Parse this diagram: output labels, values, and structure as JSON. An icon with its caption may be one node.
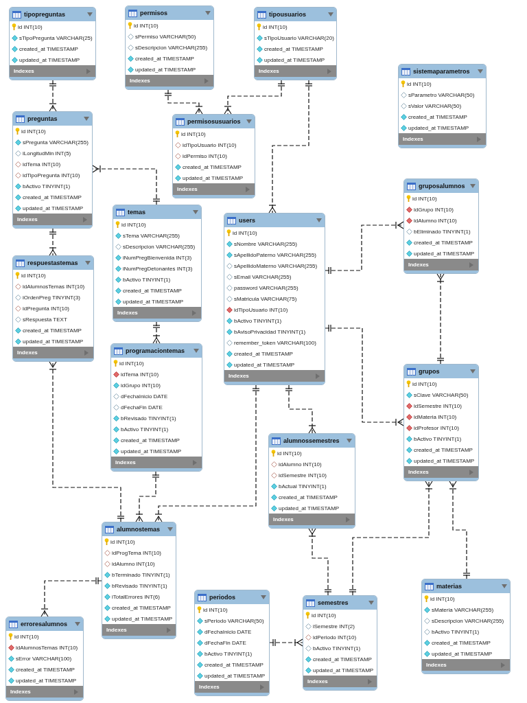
{
  "diagram": {
    "nodes": [
      {
        "text": [
          "tipopreguntas",
          "id INT(10)",
          "sTipoPregunta VARCHAR(25)",
          "created_at TIMESTAMP",
          "updated_at TIMESTAMP",
          "Indexes"
        ]
      },
      {
        "text": [
          "permisos",
          "id INT(10)",
          "sPermiso VARCHAR(50)",
          "sDescripcion VARCHAR(255)",
          "created_at TIMESTAMP",
          "updated_at TIMESTAMP",
          "Indexes"
        ]
      },
      {
        "text": [
          "tipousuarios",
          "id INT(10)",
          "sTipoUsuario VARCHAR(20)",
          "created_at TIMESTAMP",
          "updated_at TIMESTAMP",
          "Indexes"
        ]
      },
      {
        "text": [
          "sistemaparametros",
          "id INT(10)",
          "sParametro VARCHAR(50)",
          "sValor VARCHAR(50)",
          "created_at TIMESTAMP",
          "updated_at TIMESTAMP",
          "Indexes"
        ]
      },
      {
        "text": [
          "preguntas",
          "id INT(10)",
          "sPregunta VARCHAR(255)",
          "iLongitudMin INT(5)",
          "idTema INT(10)",
          "idTipoPregunta INT(10)",
          "bActivo TINYINT(1)",
          "created_at TIMESTAMP",
          "updated_at TIMESTAMP",
          "Indexes"
        ]
      },
      {
        "text": [
          "permisosusuarios",
          "id INT(10)",
          "idTipoUsuario INT(10)",
          "idPermiso INT(10)",
          "created_at TIMESTAMP",
          "updated_at TIMESTAMP",
          "Indexes"
        ]
      },
      {
        "text": [
          "gruposalumnos",
          "id INT(10)",
          "idGrupo INT(10)",
          "idAlumno INT(10)",
          "bEliminado TINYINT(1)",
          "created_at TIMESTAMP",
          "updated_at TIMESTAMP",
          "Indexes"
        ]
      },
      {
        "text": [
          "temas",
          "id INT(10)",
          "sTema VARCHAR(255)",
          "sDescripcion VARCHAR(255)",
          "iNumPregBienvenida INT(3)",
          "iNumPregDetonantes INT(3)",
          "bActivo TINYINT(1)",
          "created_at TIMESTAMP",
          "updated_at TIMESTAMP",
          "Indexes"
        ]
      },
      {
        "text": [
          "users",
          "id INT(10)",
          "sNombre VARCHAR(255)",
          "sApellidoPaterno VARCHAR(255)",
          "sApellidoMaterno VARCHAR(255)",
          "sEmail VARCHAR(255)",
          "password VARCHAR(255)",
          "sMatricula VARCHAR(75)",
          "idTipoUsuario INT(10)",
          "bActivo TINYINT(1)",
          "bAvisoPrivacidad TINYINT(1)",
          "remember_token VARCHAR(100)",
          "created_at TIMESTAMP",
          "updated_at TIMESTAMP",
          "Indexes"
        ]
      },
      {
        "text": [
          "respuestastemas",
          "id INT(10)",
          "idAlumnosTemas INT(10)",
          "iOrdenPreg TINYINT(3)",
          "idPregunta INT(10)",
          "sRespuesta TEXT",
          "created_at TIMESTAMP",
          "updated_at TIMESTAMP",
          "Indexes"
        ]
      },
      {
        "text": [
          "programaciontemas",
          "id INT(10)",
          "idTema INT(10)",
          "idGrupo INT(10)",
          "dFechaInicio DATE",
          "dFechaFin DATE",
          "bRevisado TINYINT(1)",
          "bActivo TINYINT(1)",
          "created_at TIMESTAMP",
          "updated_at TIMESTAMP",
          "Indexes"
        ]
      },
      {
        "text": [
          "grupos",
          "id INT(10)",
          "sClave VARCHAR(50)",
          "idSemestre INT(10)",
          "idMateria INT(10)",
          "idProfesor INT(10)",
          "bActivo TINYINT(1)",
          "created_at TIMESTAMP",
          "updated_at TIMESTAMP",
          "Indexes"
        ]
      },
      {
        "text": [
          "alumnossemestres",
          "id INT(10)",
          "idAlumno INT(10)",
          "idSemestre INT(10)",
          "bActual TINYINT(1)",
          "created_at TIMESTAMP",
          "updated_at TIMESTAMP",
          "Indexes"
        ]
      },
      {
        "text": [
          "alumnostemas",
          "id INT(10)",
          "idProgTema INT(10)",
          "idAlumno INT(10)",
          "bTerminado TINYINT(1)",
          "bRevisado TINYINT(1)",
          "iTotalErrores INT(6)",
          "created_at TIMESTAMP",
          "updated_at TIMESTAMP",
          "Indexes"
        ]
      },
      {
        "text": [
          "materias",
          "id INT(10)",
          "sMateria VARCHAR(255)",
          "sDescripcion VARCHAR(255)",
          "bActivo TINYINT(1)",
          "created_at TIMESTAMP",
          "updated_at TIMESTAMP",
          "Indexes"
        ]
      },
      {
        "text": [
          "periodos",
          "id INT(10)",
          "sPeriodo VARCHAR(50)",
          "dFechaInicio DATE",
          "dFechaFin DATE",
          "bActivo TINYINT(1)",
          "created_at TIMESTAMP",
          "updated_at TIMESTAMP",
          "Indexes"
        ]
      },
      {
        "text": [
          "semestres",
          "id INT(10)",
          "iSemestre INT(2)",
          "idPeriodo INT(10)",
          "bActivo TINYINT(1)",
          "created_at TIMESTAMP",
          "updated_at TIMESTAMP",
          "Indexes"
        ]
      },
      {
        "text": [
          "erroresalumnos",
          "id INT(10)",
          "idAlumnosTemas INT(10)",
          "sError VARCHAR(100)",
          "created_at TIMESTAMP",
          "updated_at TIMESTAMP",
          "Indexes"
        ]
      }
    ],
    "edges": [
      {
        "from": 0,
        "to": 4,
        "arrow": "other",
        "style": "dashed"
      },
      {
        "from": 1,
        "to": 5,
        "arrow": "other",
        "style": "dashed"
      },
      {
        "from": 2,
        "to": 5,
        "arrow": "other",
        "style": "dashed"
      },
      {
        "from": 2,
        "to": 8,
        "arrow": "other",
        "style": "dashed"
      },
      {
        "from": 4,
        "to": 9,
        "arrow": "other",
        "style": "dashed"
      },
      {
        "from": 7,
        "to": 4,
        "arrow": "other",
        "style": "dashed"
      },
      {
        "from": 8,
        "to": 6,
        "arrow": "other",
        "style": "dashed"
      },
      {
        "from": 11,
        "to": 6,
        "arrow": "other",
        "style": "dashed"
      },
      {
        "from": 8,
        "to": 11,
        "arrow": "other",
        "style": "dashed"
      },
      {
        "from": 8,
        "to": 12,
        "arrow": "other",
        "style": "dashed"
      },
      {
        "from": 8,
        "to": 13,
        "arrow": "other",
        "style": "dashed"
      },
      {
        "from": 7,
        "to": 10,
        "arrow": "other",
        "style": "dashed"
      },
      {
        "from": 10,
        "to": 13,
        "arrow": "other",
        "style": "dashed"
      },
      {
        "from": 13,
        "to": 9,
        "arrow": "other",
        "style": "dashed"
      },
      {
        "from": 13,
        "to": 17,
        "arrow": "other",
        "style": "dashed"
      },
      {
        "from": 16,
        "to": 12,
        "arrow": "other",
        "style": "dashed"
      },
      {
        "from": 16,
        "to": 11,
        "arrow": "other",
        "style": "dashed"
      },
      {
        "from": 14,
        "to": 11,
        "arrow": "other",
        "style": "dashed"
      },
      {
        "from": 15,
        "to": 16,
        "arrow": "other",
        "style": "dashed"
      }
    ]
  }
}
